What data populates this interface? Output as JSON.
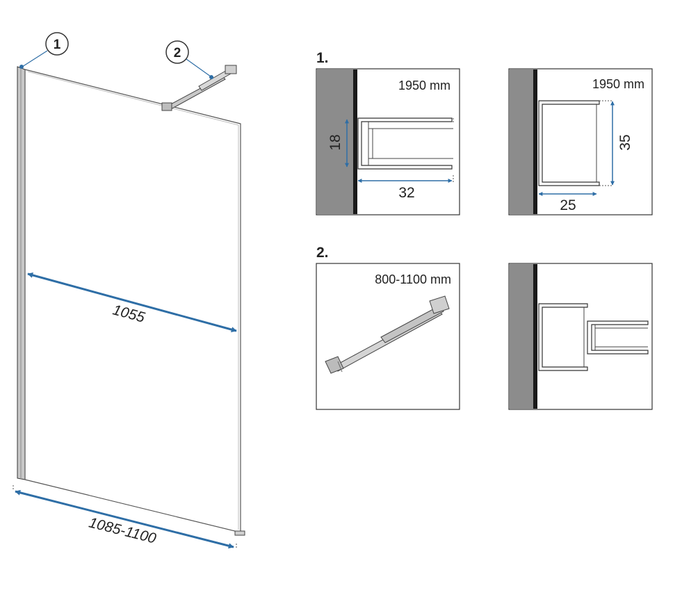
{
  "callouts": {
    "profile": "1",
    "bracket": "2"
  },
  "dimensions": {
    "glass_width": "1055",
    "total_width": "1085-1100"
  },
  "section_profile": {
    "heading": "1.",
    "left_detail": {
      "length": "1950 mm",
      "depth": "18",
      "width": "32"
    },
    "right_detail": {
      "length": "1950 mm",
      "height": "35",
      "width": "25"
    }
  },
  "section_bracket": {
    "heading": "2.",
    "left_detail": {
      "length": "800-1100 mm"
    }
  },
  "colors": {
    "dimension_arrow": "#2e6ea6",
    "wall_fill": "#8c8c8c",
    "frame_line": "#333333",
    "metal_fill": "#c8c8c8"
  }
}
